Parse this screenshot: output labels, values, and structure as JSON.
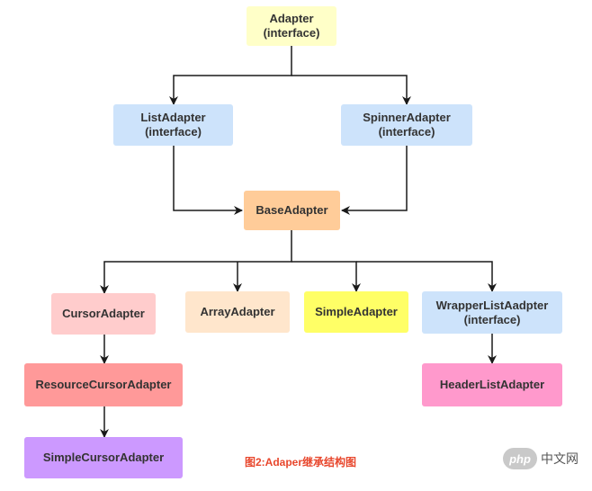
{
  "nodes": {
    "adapter": {
      "name": "Adapter",
      "kind": "(interface)",
      "color": "#ffffc8"
    },
    "list_adapter": {
      "name": "ListAdapter",
      "kind": "(interface)",
      "color": "#cde3fb"
    },
    "spinner_adapter": {
      "name": "SpinnerAdapter",
      "kind": "(interface)",
      "color": "#cde3fb"
    },
    "base_adapter": {
      "name": "BaseAdapter",
      "color": "#ffcc99"
    },
    "cursor_adapter": {
      "name": "CursorAdapter",
      "color": "#ffcccc"
    },
    "array_adapter": {
      "name": "ArrayAdapter",
      "color": "#ffe6cc"
    },
    "simple_adapter": {
      "name": "SimpleAdapter",
      "color": "#ffff66"
    },
    "wrapper_list_adapter": {
      "name": "WrapperListAadpter",
      "kind": "(interface)",
      "color": "#cde3fb"
    },
    "resource_cursor_adapter": {
      "name": "ResourceCursorAdapter",
      "color": "#ff9999"
    },
    "header_list_adapter": {
      "name": "HeaderListAdapter",
      "color": "#ff99cc"
    },
    "simple_cursor_adapter": {
      "name": "SimpleCursorAdapter",
      "color": "#cc99ff"
    }
  },
  "edge_color": "#1a1a1a",
  "caption": "图2:Adaper继承结构图",
  "watermark": {
    "logo": "php",
    "text": "中文网"
  }
}
